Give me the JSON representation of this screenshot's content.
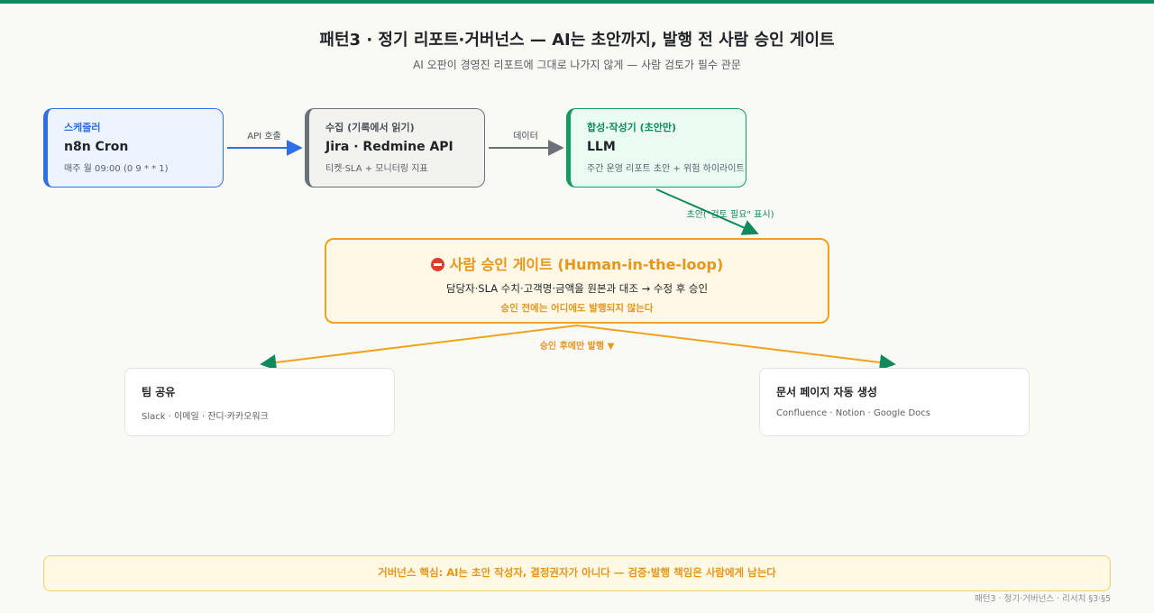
{
  "header": {
    "title": "패턴3 · 정기 리포트·거버넌스 — AI는 초안까지, 발행 전 사람 승인 게이트",
    "subtitle": "AI 오판이 경영진 리포트에 그대로 나가지 않게 — 사람 검토가 필수 관문"
  },
  "nodes": {
    "scheduler": {
      "kicker": "스케줄러",
      "name": "n8n Cron",
      "desc": "매주 월 09:00 (0 9 * * 1)"
    },
    "collect": {
      "kicker": "수집 (기록에서 읽기)",
      "name": "Jira · Redmine API",
      "desc": "티켓·SLA + 모니터링 지표"
    },
    "synth": {
      "kicker": "합성·작성기 (초안만)",
      "name": "LLM",
      "desc": "주간 운영 리포트 초안 + 위험 하이라이트"
    }
  },
  "edges": {
    "api_call": "API 호출",
    "data": "데이터",
    "draft": "초안(\"검토 필요\" 표시)",
    "after_approval": "승인 후에만 발행 ▼"
  },
  "gate": {
    "title": "사람 승인 게이트 (Human-in-the-loop)",
    "desc": "담당자·SLA 수치·고객명·금액을 원본과 대조 → 수정 후 승인",
    "note": "승인 전에는 어디에도 발행되지 않는다"
  },
  "outputs": {
    "team": {
      "title": "팀 공유",
      "desc": "Slack · 이메일 · 잔디·카카오워크"
    },
    "docs": {
      "title": "문서 페이지 자동 생성",
      "desc": "Confluence · Notion · Google Docs"
    }
  },
  "footer": {
    "text": "거버넌스 핵심: AI는 초안 작성자, 결정권자가 아니다 — 검증·발행 책임은 사람에게 남는다",
    "credit": "패턴3 · 정기·거버넌스 · 리서치 §3·§5"
  },
  "colors": {
    "accent_green": "#0f8a5f",
    "scheduler_blue": "#2f6fe4",
    "collect_gray": "#6b717a",
    "gate_orange": "#f0a21c",
    "stop_red": "#e03b2f"
  }
}
